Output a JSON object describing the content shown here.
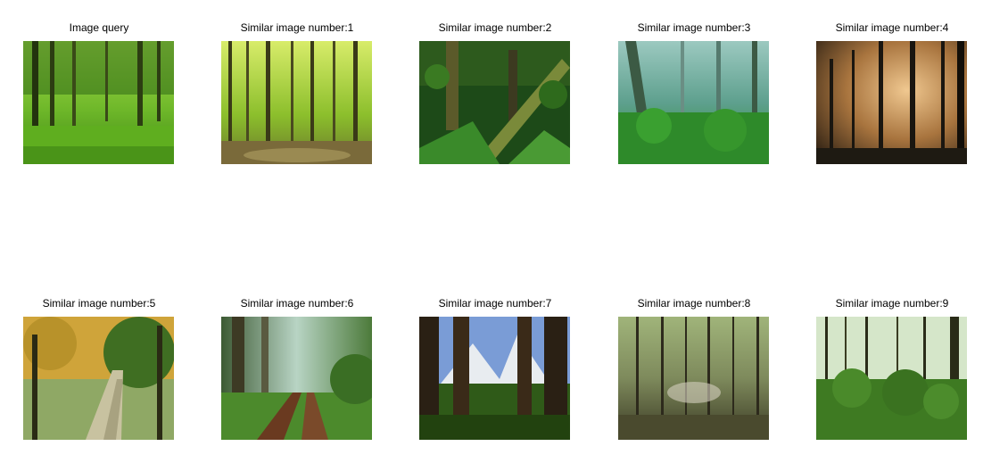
{
  "captions": [
    "Image query",
    "Similar image number:1",
    "Similar image number:2",
    "Similar image number:3",
    "Similar image number:4",
    "Similar image number:5",
    "Similar image number:6",
    "Similar image number:7",
    "Similar image number:8",
    "Similar image number:9"
  ],
  "images": [
    {
      "scene": "green-forest-meadow",
      "colors": {
        "sky": "#8ccf3a",
        "ground": "#5fae1f",
        "trunk": "#2c3d12"
      }
    },
    {
      "scene": "bright-green-forest",
      "colors": {
        "sky": "#b9dc43",
        "ground": "#6b7a2c",
        "trunk": "#3a3a18"
      }
    },
    {
      "scene": "fern-jungle",
      "colors": {
        "sky": "#2d5a1d",
        "ground": "#1d4a18",
        "trunk": "#5b5a2a"
      }
    },
    {
      "scene": "misty-forest",
      "colors": {
        "sky": "#7fb3a9",
        "ground": "#2e8a2a",
        "trunk": "#3c5a44"
      }
    },
    {
      "scene": "sunlit-pine-forest",
      "colors": {
        "sky": "#c48a52",
        "ground": "#1e1a12",
        "trunk": "#1a1610"
      }
    },
    {
      "scene": "autumn-path",
      "colors": {
        "sky": "#cfa43a",
        "ground": "#8fa865",
        "trunk": "#2a2a14"
      }
    },
    {
      "scene": "dirt-road-forest",
      "colors": {
        "sky": "#a9c7b0",
        "ground": "#4c8a2c",
        "trunk": "#3d3a24"
      }
    },
    {
      "scene": "mountain-forest",
      "colors": {
        "sky": "#7a9cd6",
        "ground": "#2f5a18",
        "trunk": "#3a2a18"
      }
    },
    {
      "scene": "rendered-forest",
      "colors": {
        "sky": "#7e8a5c",
        "ground": "#5a5a36",
        "trunk": "#2d2a1c"
      }
    },
    {
      "scene": "dense-tropical-forest",
      "colors": {
        "sky": "#d5e6c9",
        "ground": "#3e7a22",
        "trunk": "#2a2c18"
      }
    }
  ]
}
